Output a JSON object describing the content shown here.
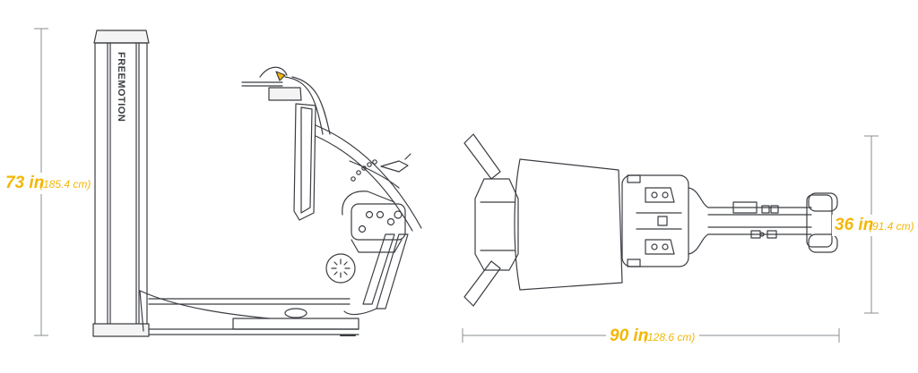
{
  "colors": {
    "accent": "#f2b705",
    "line": "#3a3d42",
    "dimension_line": "#8a8d92",
    "fill_light": "#f4f4f5"
  },
  "brand_logo_text": "FREEMOTION",
  "dimensions": {
    "height": {
      "main": "73 in",
      "sub": "(185.4 cm)"
    },
    "width": {
      "main": "36 in",
      "sub": "(91.4 cm)"
    },
    "length": {
      "main": "90 in",
      "sub": "(128.6 cm)"
    }
  }
}
